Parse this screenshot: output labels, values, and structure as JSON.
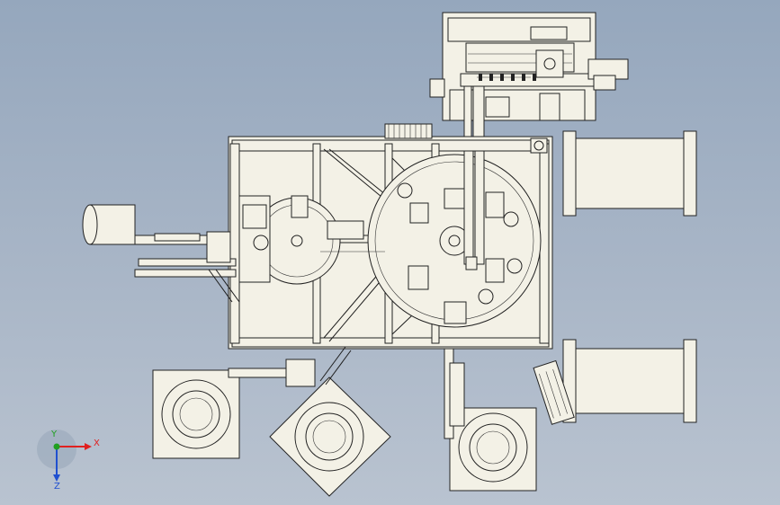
{
  "axes": {
    "x_label": "X",
    "y_label": "Y",
    "z_label": "Z"
  },
  "colors": {
    "background_top": "#95a7bd",
    "background_bottom": "#b9c3d0",
    "part_fill": "#f3f1e6",
    "line": "#1e1e1e",
    "x_axis": "#e02020",
    "y_axis": "#20a020",
    "z_axis": "#2050d0"
  }
}
